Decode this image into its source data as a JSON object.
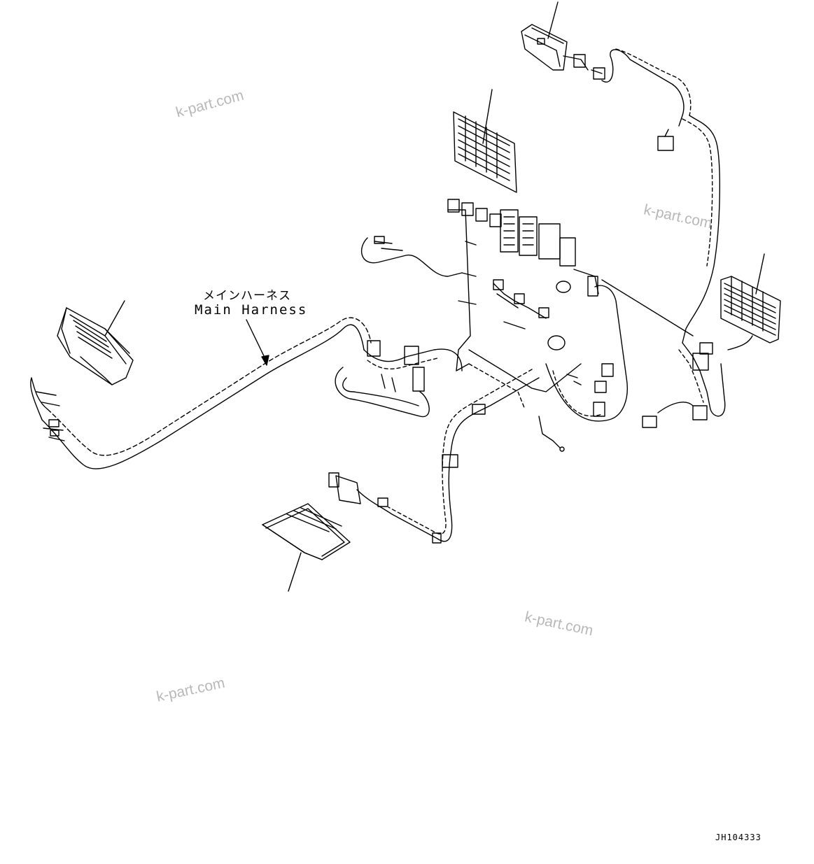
{
  "labels": {
    "main_harness_jp": "メインハーネス",
    "main_harness_en": "Main Harness"
  },
  "watermarks": [
    "k-part.com",
    "k-part.com",
    "k-part.com",
    "k-part.com"
  ],
  "drawing_code": "JH104333",
  "components": [
    "left-controller",
    "top-controller",
    "center-panel-bracket",
    "relay-block",
    "right-controller",
    "bottom-controller"
  ]
}
